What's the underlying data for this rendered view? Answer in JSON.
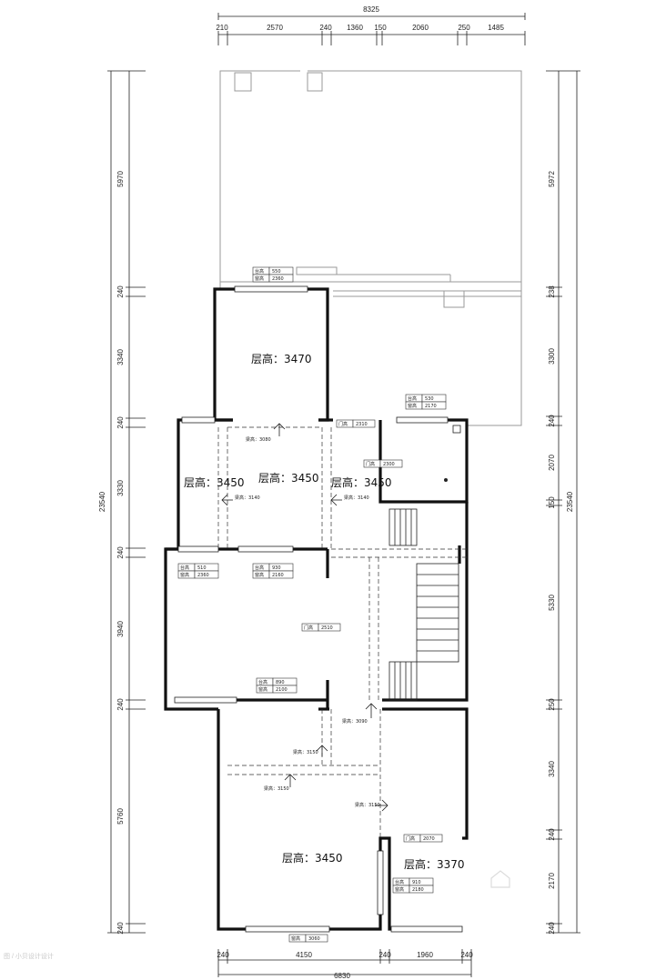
{
  "dims_top": [
    "8325",
    "210",
    "2570",
    "240",
    "1360",
    "150",
    "2060",
    "250",
    "1485"
  ],
  "dims_bottom": [
    "240",
    "4150",
    "240",
    "1960",
    "240",
    "6830"
  ],
  "dims_left": [
    "5970",
    "240",
    "3340",
    "240",
    "3330",
    "240",
    "3940",
    "240",
    "5760",
    "240",
    "23540"
  ],
  "dims_right": [
    "5972",
    "238",
    "3300",
    "240",
    "2070",
    "150",
    "5330",
    "250",
    "3340",
    "240",
    "2170",
    "240",
    "23540"
  ],
  "rooms": [
    "层高：3470",
    "层高：3450",
    "层高：3450",
    "层高：3450",
    "层高：3450",
    "层高：3370"
  ],
  "tags": {
    "t1a": "台高",
    "t1b": "550",
    "t1c": "窗高",
    "t1d": "2360",
    "t2a": "台高",
    "t2b": "530",
    "t2c": "窗高",
    "t2d": "2170",
    "t3a": "台高",
    "t3b": "510",
    "t3c": "窗高",
    "t3d": "2360",
    "t4a": "台高",
    "t4b": "930",
    "t4c": "窗高",
    "t4d": "2160",
    "t5a": "台高",
    "t5b": "890",
    "t5c": "窗高",
    "t5d": "2100",
    "t6a": "台高",
    "t6b": "910",
    "t6c": "窗高",
    "t6d": "2180",
    "d1": "门高",
    "d1v": "2310",
    "d2": "门高",
    "d2v": "2300",
    "d3": "门高",
    "d3v": "2510",
    "d4": "门高",
    "d4v": "2070",
    "w1": "窗高",
    "w1v": "3060",
    "b1": "梁高：3080",
    "b2": "梁高：3140",
    "b3": "梁高：3140",
    "b4": "梁高：3090",
    "b5": "梁高：3150",
    "b6": "梁高：3150",
    "b7": "梁高：3150"
  },
  "watermark": "图 / 小贝设计设计"
}
